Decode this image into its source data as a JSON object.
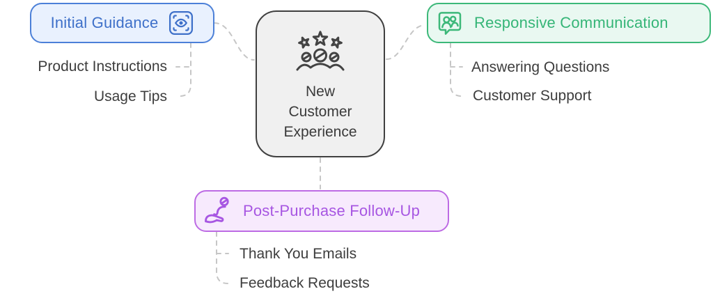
{
  "diagram": {
    "type": "mindmap",
    "background": "#ffffff",
    "connector_color": "#c6c6c6",
    "connector_style": "dashed"
  },
  "center_node": {
    "lines": [
      "New",
      "Customer",
      "Experience"
    ],
    "icon": "stars-people-icon",
    "bg": "#f0f0f0",
    "border": "#3f3f3f",
    "text_color": "#3a3a3a"
  },
  "branches": [
    {
      "label": "Initial Guidance",
      "icon": "scan-eye-icon",
      "border": "#4c80d8",
      "bg": "#e9f1fe",
      "text_color": "#3e70c9",
      "children": [
        {
          "label": "Product Instructions"
        },
        {
          "label": "Usage Tips"
        }
      ]
    },
    {
      "label": "Responsive Communication",
      "icon": "users-chat-icon",
      "border": "#3cb879",
      "bg": "#e9f8f1",
      "text_color": "#35b577",
      "children": [
        {
          "label": "Answering Questions"
        },
        {
          "label": "Customer Support"
        }
      ]
    },
    {
      "label": "Post-Purchase Follow-Up",
      "icon": "hand-person-icon",
      "border": "#bd6be4",
      "bg": "#f7eafd",
      "text_color": "#a756e2",
      "children": [
        {
          "label": "Thank You Emails"
        },
        {
          "label": "Feedback Requests"
        }
      ]
    }
  ],
  "child_text_color": "#3d3d3d"
}
